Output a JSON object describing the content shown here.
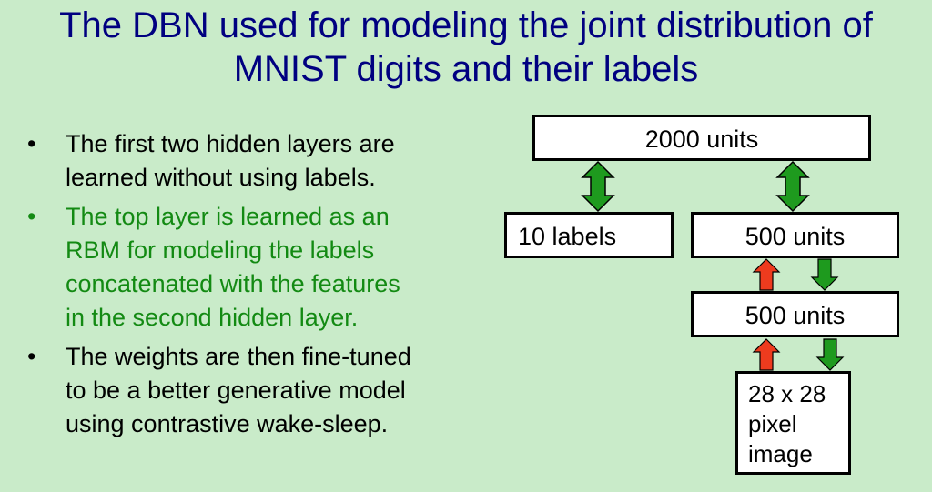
{
  "slide": {
    "title_lines": [
      "The DBN used for modeling the joint distribution of",
      "MNIST digits and their labels"
    ],
    "bullets": [
      {
        "symbol": "•",
        "lines": [
          "The first two hidden layers are",
          "learned without using labels."
        ],
        "color": "#000000"
      },
      {
        "symbol": "•",
        "lines": [
          "The top layer is learned as an",
          "RBM for modeling the labels",
          "concatenated with the features",
          "in the second hidden layer."
        ],
        "color": "#138a13"
      },
      {
        "symbol": "•",
        "lines": [
          "The weights are then fine-tuned",
          "to be a better generative model",
          "using contrastive wake-sleep."
        ],
        "color": "#000000"
      }
    ]
  },
  "diagram": {
    "top_units": "2000 units",
    "labels": "10 labels",
    "hidden2_units": "500 units",
    "hidden1_units": "500 units",
    "image_lines": [
      "28 x 28",
      "pixel",
      "image"
    ],
    "colors": {
      "up_arrow": "#ee3b1e",
      "down_arrow": "#1e9a1e",
      "bidirectional_arrow": "#1e9a1e"
    }
  }
}
